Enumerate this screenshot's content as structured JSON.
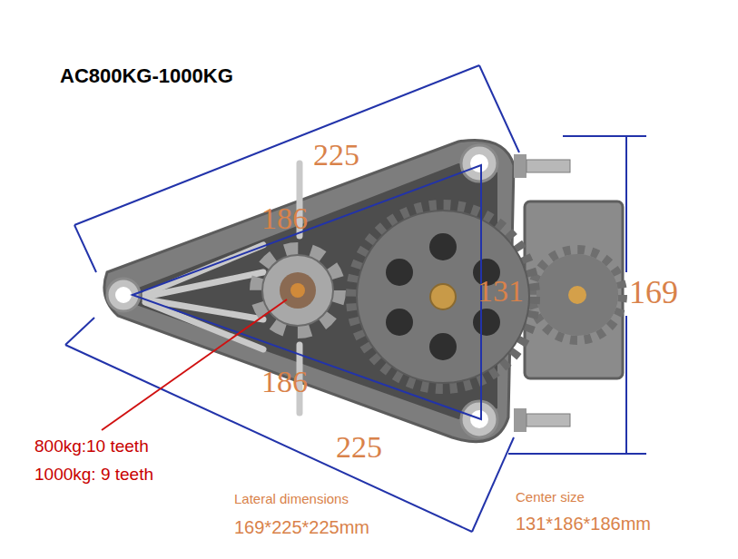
{
  "diagram": {
    "title": "AC800KG-1000KG",
    "labels": [
      "225",
      "186",
      "131",
      "169",
      "186",
      "225",
      "800kg:10 teeth",
      "1000kg: 9 teeth",
      "Lateral dimensions",
      "169*225*225mm",
      "Center size",
      "131*186*186mm"
    ]
  }
}
